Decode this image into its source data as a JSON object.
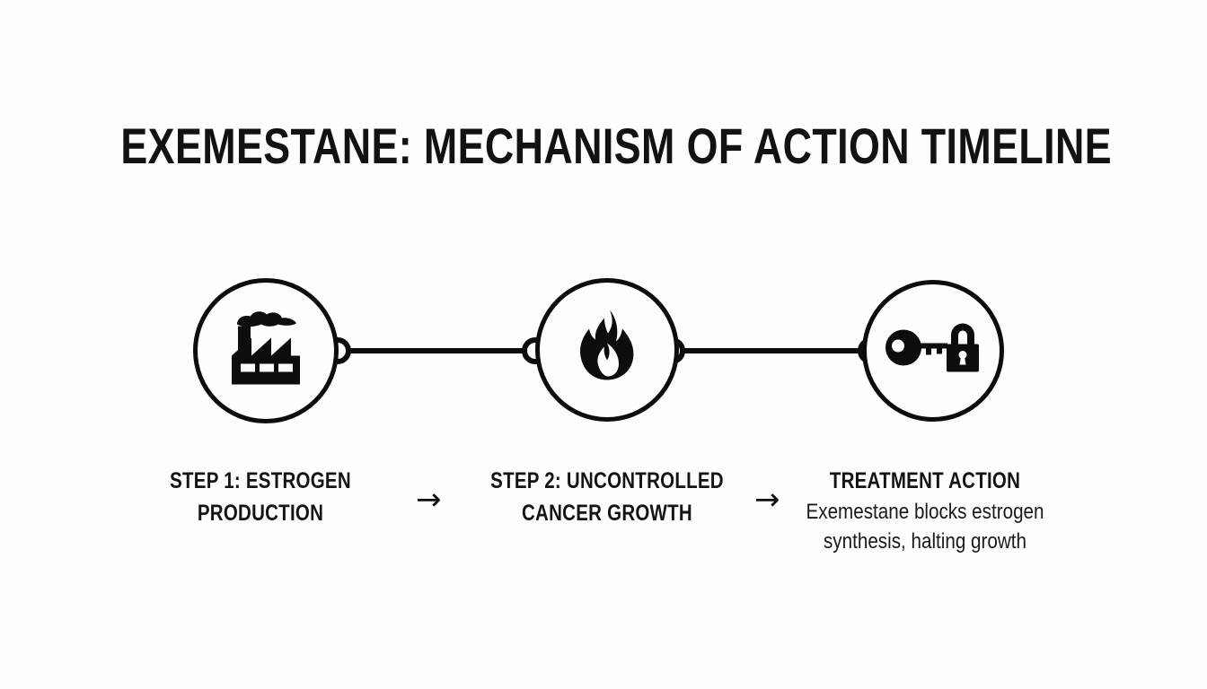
{
  "page": {
    "title": "EXEMESTANE: MECHANISM OF ACTION TIMELINE",
    "background_color": "#fcfdfd",
    "ink_color": "#0d0d0d"
  },
  "timeline": {
    "nodes": [
      {
        "id": "node-1",
        "icon": "factory-icon",
        "icon_label": "factory with smoke"
      },
      {
        "id": "node-2",
        "icon": "flame-icon",
        "icon_label": "flame"
      },
      {
        "id": "node-3",
        "icon": "key-lock-icon",
        "icon_label": "key and padlock"
      }
    ],
    "connectors": [
      {
        "id": "connector-1",
        "from": "node-1",
        "to": "node-2"
      },
      {
        "id": "connector-2",
        "from": "node-2",
        "to": "node-3"
      }
    ]
  },
  "captions": [
    {
      "heading_line_1": "STEP 1: ESTROGEN",
      "heading_line_2": "PRODUCTION",
      "body": ""
    },
    {
      "heading_line_1": "STEP 2: UNCONTROLLED",
      "heading_line_2": "CANCER GROWTH",
      "body": ""
    },
    {
      "heading_line_1": "TREATMENT ACTION",
      "heading_line_2": "",
      "body_line_1": "Exemestane blocks estrogen",
      "body_line_2": "synthesis, halting growth"
    }
  ],
  "arrows": {
    "glyph": "→",
    "count": 2
  }
}
